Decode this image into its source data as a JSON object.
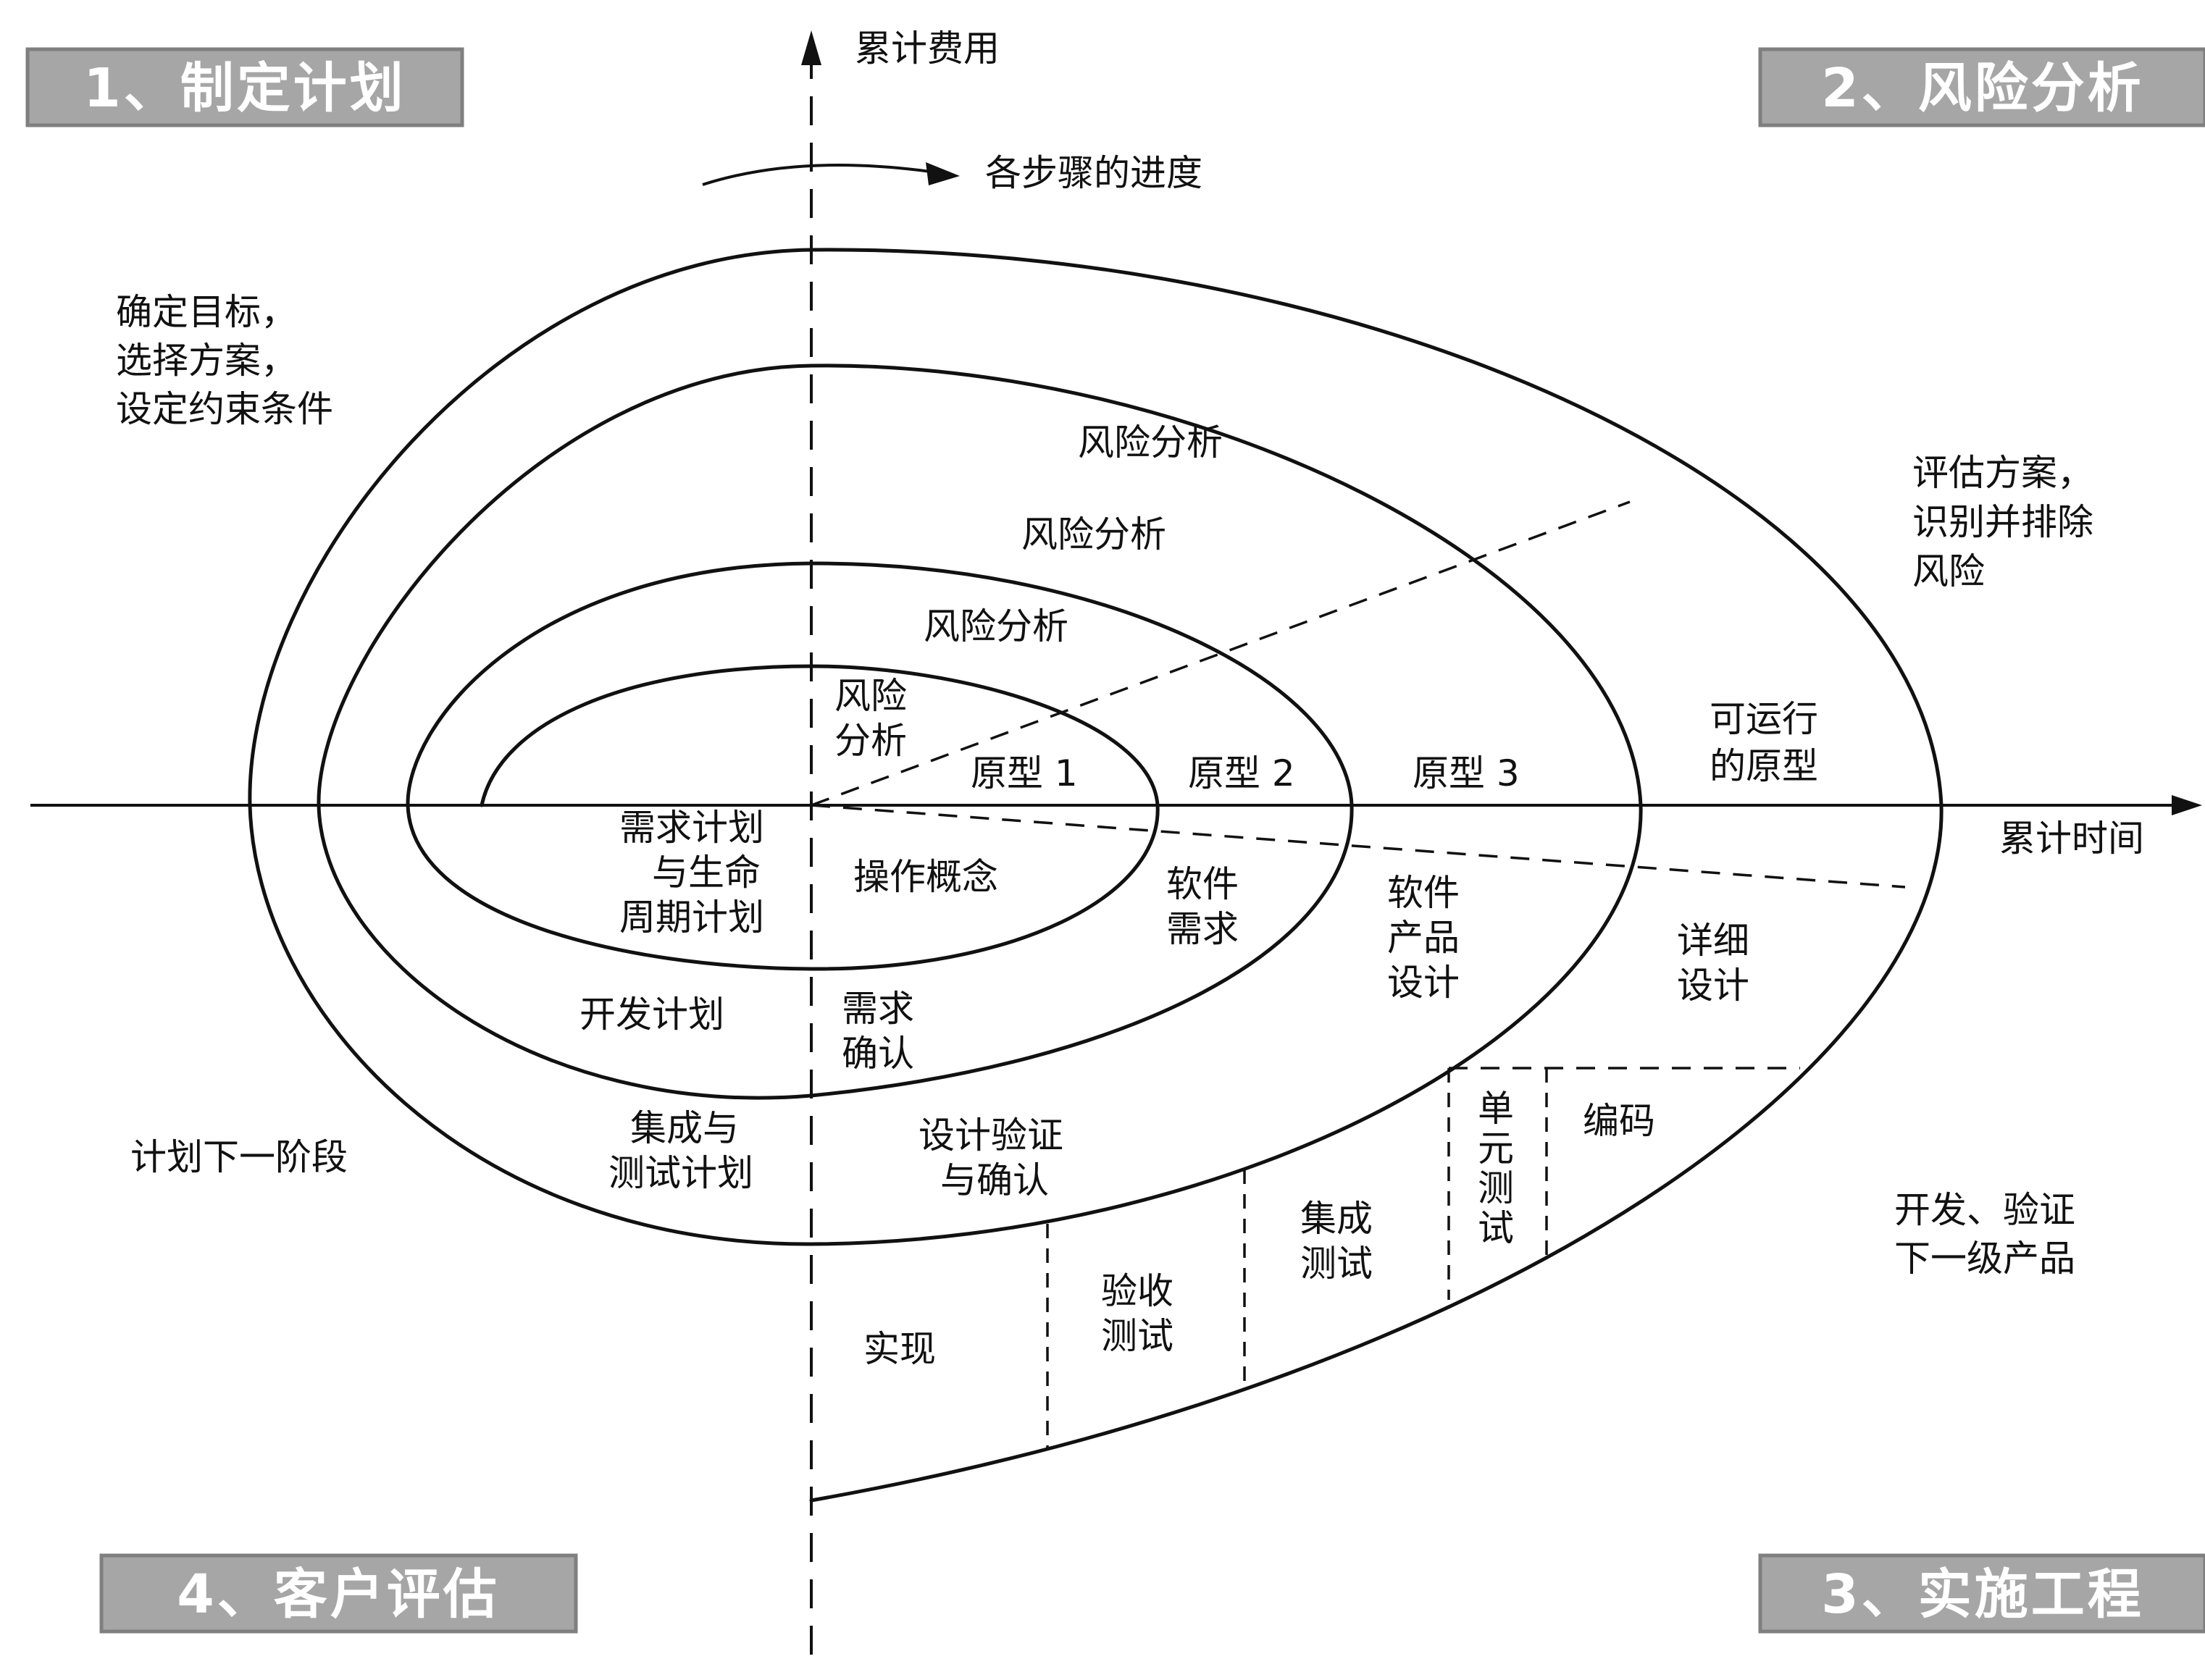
{
  "quadrants": {
    "q1": "1、制定计划",
    "q2": "2、风险分析",
    "q3": "3、实施工程",
    "q4": "4、客户评估"
  },
  "axes": {
    "y_label": "累计费用",
    "x_label": "累计时间",
    "progress_label": "各步骤的进度"
  },
  "quadrant_notes": {
    "plan": [
      "确定目标，",
      "选择方案，",
      "设定约束条件"
    ],
    "risk": [
      "评估方案，",
      "识别并排除",
      "风险"
    ],
    "engineer": [
      "开发、验证",
      "下一级产品"
    ],
    "evaluate": "计划下一阶段"
  },
  "spiral": {
    "risk_analysis": [
      "风险分析",
      "风险分析",
      "风险分析"
    ],
    "risk_analysis_inner": [
      "风险",
      "分析"
    ],
    "prototypes": [
      "原型 1",
      "原型 2",
      "原型 3"
    ],
    "operational_prototype": [
      "可运行",
      "的原型"
    ],
    "req_plan": [
      "需求计划",
      "与生命",
      "周期计划"
    ],
    "concept": "操作概念",
    "sw_requirements": [
      "软件",
      "需求"
    ],
    "product_design": [
      "软件",
      "产品",
      "设计"
    ],
    "detailed_design": [
      "详细",
      "设计"
    ],
    "dev_plan": "开发计划",
    "req_validation": [
      "需求",
      "确认"
    ],
    "integ_plan": [
      "集成与",
      "测试计划"
    ],
    "design_validation": [
      "设计验证",
      "与确认"
    ],
    "unit_test": [
      "单",
      "元",
      "测",
      "试"
    ],
    "coding": "编码",
    "integration_test": [
      "集成",
      "测试"
    ],
    "acceptance_test": [
      "验收",
      "测试"
    ],
    "implementation": "实现"
  }
}
